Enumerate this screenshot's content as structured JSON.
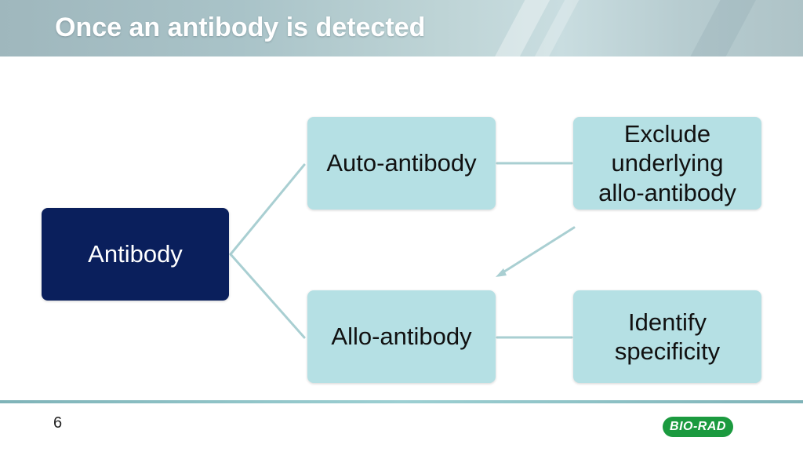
{
  "slide": {
    "title": "Once an antibody is detected",
    "page_number": "6"
  },
  "diagram": {
    "root": "Antibody",
    "auto": "Auto-antibody",
    "allo": "Allo-antibody",
    "exclude": "Exclude\nunderlying\nallo-antibody",
    "identify": "Identify\nspecificity"
  },
  "logo": {
    "text": "BIO-RAD",
    "color": "#1b9a3f"
  },
  "colors": {
    "root_fill": "#0a1f5c",
    "node_fill": "#b5e0e4",
    "connector": "#a9cfd2"
  }
}
